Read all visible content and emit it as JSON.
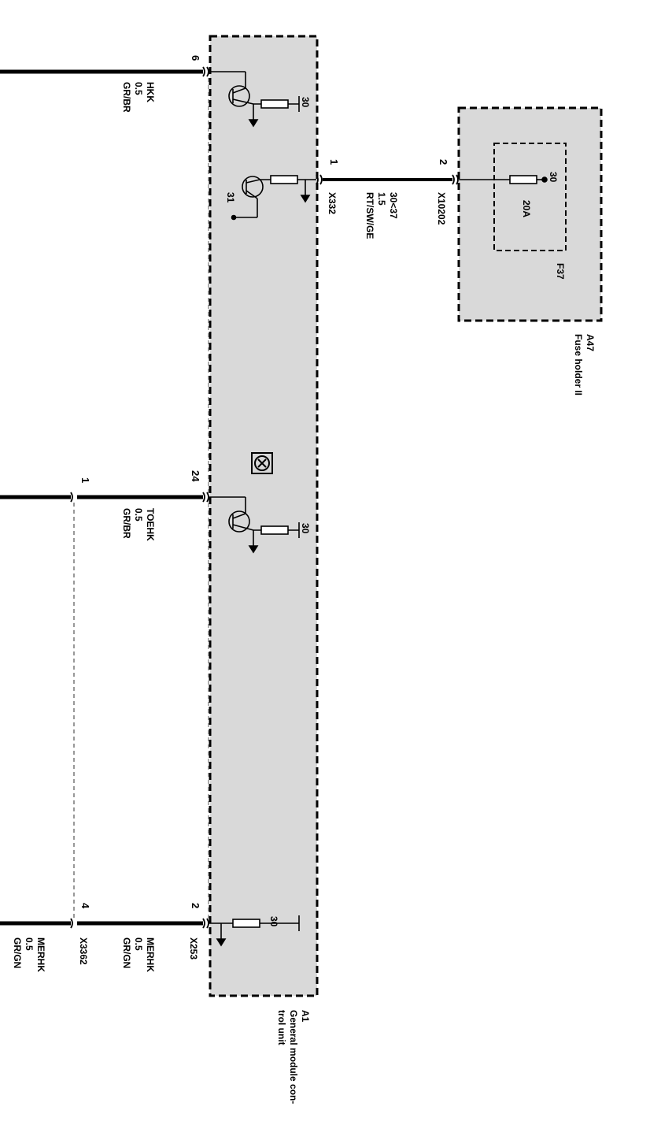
{
  "modules": {
    "a1": {
      "id": "A1",
      "desc_1": "General module con-",
      "desc_2": "trol unit"
    },
    "a47": {
      "id": "A47",
      "desc": "Fuse holder II"
    }
  },
  "fuse": {
    "id": "F37",
    "rating": "20A",
    "terminal": "30"
  },
  "connectors": {
    "x332": "X332",
    "x10202": "X10202",
    "x253": "X253",
    "x3362": "X3362"
  },
  "pins": {
    "p6": "6",
    "p1_x332": "1",
    "p2_x10202": "2",
    "p24": "24",
    "p1_x3362": "1",
    "p2_x253": "2",
    "p4_x3362": "4"
  },
  "supply_terminals": {
    "t30": "30",
    "t31": "31"
  },
  "wires": {
    "hkk": {
      "signal": "HKK",
      "size": "0.5",
      "color": "GR/BR"
    },
    "supply": {
      "signal": "30<37",
      "size": "1.5",
      "color": "RT/SW/GE"
    },
    "toehk": {
      "signal": "TOEHK",
      "size": "0.5",
      "color": "GR/BR"
    },
    "merhk_in": {
      "signal": "MERHK",
      "size": "0.5",
      "color": "GR/GN"
    },
    "merhk_out": {
      "signal": "MERHK",
      "size": "0.5",
      "color": "GR/GN"
    }
  },
  "colors": {
    "module_fill": "#d9d9d9",
    "line": "#000000"
  }
}
